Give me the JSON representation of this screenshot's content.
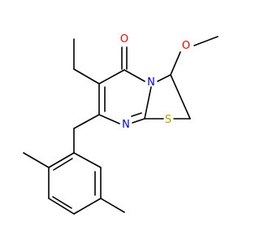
{
  "molecule": {
    "atom_labels": {
      "o_carbonyl": "O",
      "o_methoxy": "O",
      "n_ring": "N",
      "n_imine": "N",
      "s_ring": "S"
    },
    "colors": {
      "bond": "#000000",
      "oxygen": "#ff0000",
      "nitrogen": "#0000ff",
      "sulfur": "#b2a100",
      "background": "#ffffff"
    }
  }
}
